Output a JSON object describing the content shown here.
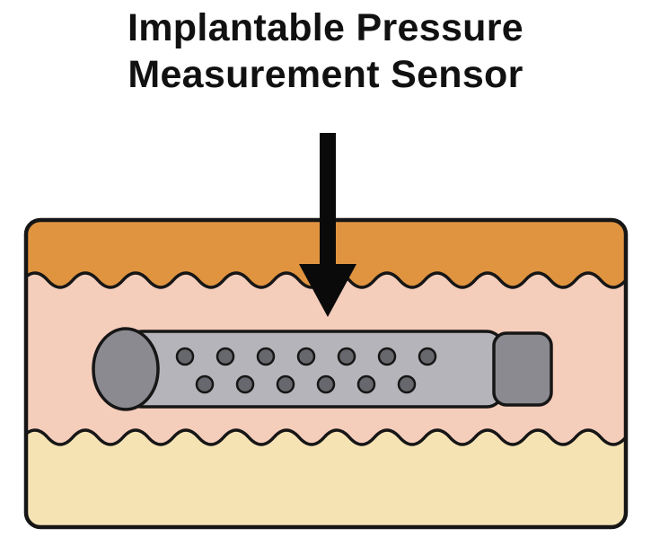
{
  "title": {
    "line1": "Implantable Pressure",
    "line2": "Measurement Sensor"
  },
  "sensor": {
    "holes_per_row": [
      7,
      6
    ]
  },
  "colors": {
    "background": "#ffffff",
    "title_text": "#111111",
    "outline": "#161616",
    "skin_top": "#e09440",
    "tissue_middle": "#f5cdbb",
    "tissue_bottom": "#f6e3b4",
    "sensor_body": "#b4b4ba",
    "sensor_cap": "#8a8a90",
    "sensor_hole": "#67676e",
    "arrow": "#0a0a0a"
  }
}
